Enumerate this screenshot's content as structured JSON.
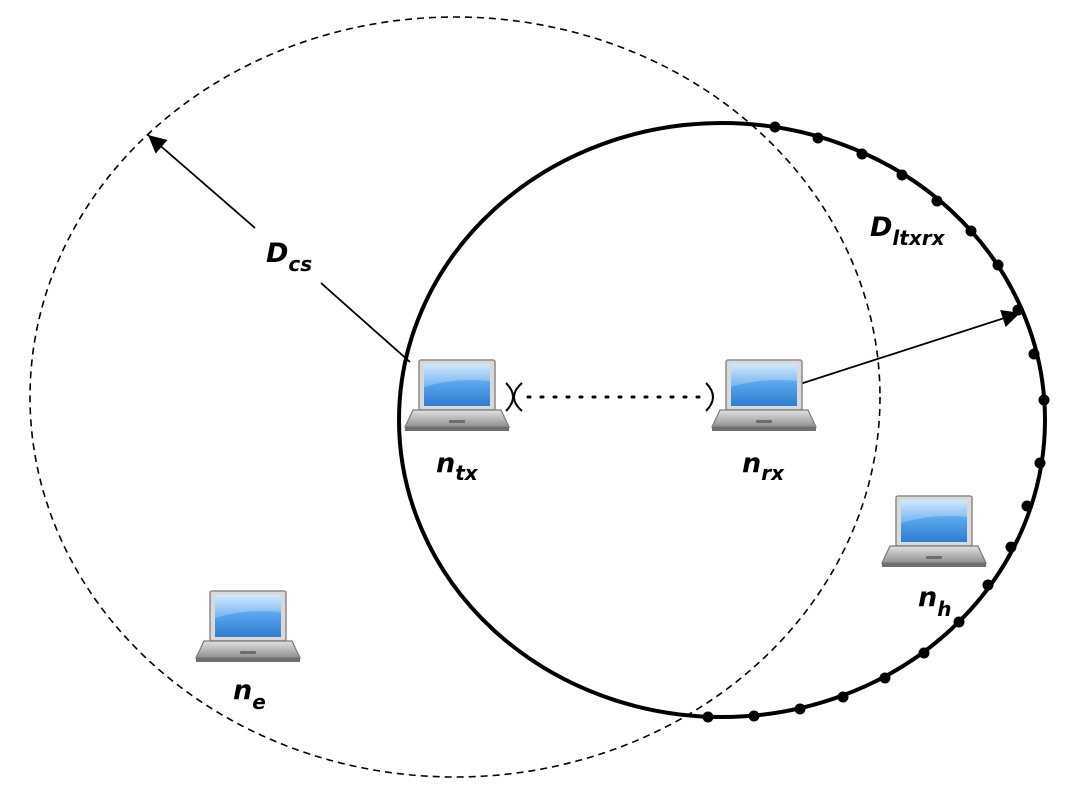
{
  "labels": {
    "d_cs": {
      "base": "D",
      "sub": "cs"
    },
    "d_ltxrx": {
      "base": "D",
      "sub": "ltxrx"
    },
    "n_tx": {
      "base": "n",
      "sub": "tx"
    },
    "n_rx": {
      "base": "n",
      "sub": "rx"
    },
    "n_h": {
      "base": "n",
      "sub": "h"
    },
    "n_e": {
      "base": "n",
      "sub": "e"
    }
  },
  "icons": {
    "node": "laptop-icon"
  },
  "colors": {
    "stroke": "#000000",
    "screen": "#4a90d9",
    "laptop_body": "#9a9a9a"
  }
}
